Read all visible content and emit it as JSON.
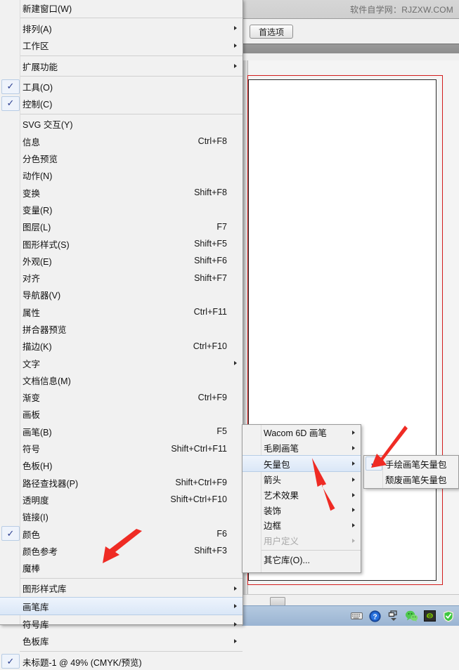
{
  "app": {
    "watermark": "软件自学网：RJZXW.COM",
    "preferences_button": "首选项",
    "title_status": "未标题-1 @ 49% (CMYK/预览)"
  },
  "window_menu": {
    "groups": [
      {
        "items": [
          {
            "label": "新建窗口(W)",
            "accel": "",
            "arrow": false,
            "checked": false
          }
        ]
      },
      {
        "items": [
          {
            "label": "排列(A)",
            "accel": "",
            "arrow": true,
            "checked": false
          },
          {
            "label": "工作区",
            "accel": "",
            "arrow": true,
            "checked": false
          }
        ]
      },
      {
        "items": [
          {
            "label": "扩展功能",
            "accel": "",
            "arrow": true,
            "checked": false
          }
        ]
      },
      {
        "items": [
          {
            "label": "工具(O)",
            "accel": "",
            "arrow": false,
            "checked": true
          },
          {
            "label": "控制(C)",
            "accel": "",
            "arrow": false,
            "checked": true
          }
        ]
      },
      {
        "items": [
          {
            "label": "SVG 交互(Y)",
            "accel": "",
            "arrow": false,
            "checked": false
          },
          {
            "label": "信息",
            "accel": "Ctrl+F8",
            "arrow": false,
            "checked": false
          },
          {
            "label": "分色预览",
            "accel": "",
            "arrow": false,
            "checked": false
          },
          {
            "label": "动作(N)",
            "accel": "",
            "arrow": false,
            "checked": false
          },
          {
            "label": "变换",
            "accel": "Shift+F8",
            "arrow": false,
            "checked": false
          },
          {
            "label": "变量(R)",
            "accel": "",
            "arrow": false,
            "checked": false
          },
          {
            "label": "图层(L)",
            "accel": "F7",
            "arrow": false,
            "checked": false
          },
          {
            "label": "图形样式(S)",
            "accel": "Shift+F5",
            "arrow": false,
            "checked": false
          },
          {
            "label": "外观(E)",
            "accel": "Shift+F6",
            "arrow": false,
            "checked": false
          },
          {
            "label": "对齐",
            "accel": "Shift+F7",
            "arrow": false,
            "checked": false
          },
          {
            "label": "导航器(V)",
            "accel": "",
            "arrow": false,
            "checked": false
          },
          {
            "label": "属性",
            "accel": "Ctrl+F11",
            "arrow": false,
            "checked": false
          },
          {
            "label": "拼合器预览",
            "accel": "",
            "arrow": false,
            "checked": false
          },
          {
            "label": "描边(K)",
            "accel": "Ctrl+F10",
            "arrow": false,
            "checked": false
          },
          {
            "label": "文字",
            "accel": "",
            "arrow": true,
            "checked": false
          },
          {
            "label": "文档信息(M)",
            "accel": "",
            "arrow": false,
            "checked": false
          },
          {
            "label": "渐变",
            "accel": "Ctrl+F9",
            "arrow": false,
            "checked": false
          },
          {
            "label": "画板",
            "accel": "",
            "arrow": false,
            "checked": false
          },
          {
            "label": "画笔(B)",
            "accel": "F5",
            "arrow": false,
            "checked": false
          },
          {
            "label": "符号",
            "accel": "Shift+Ctrl+F11",
            "arrow": false,
            "checked": false
          },
          {
            "label": "色板(H)",
            "accel": "",
            "arrow": false,
            "checked": false
          },
          {
            "label": "路径查找器(P)",
            "accel": "Shift+Ctrl+F9",
            "arrow": false,
            "checked": false
          },
          {
            "label": "透明度",
            "accel": "Shift+Ctrl+F10",
            "arrow": false,
            "checked": false
          },
          {
            "label": "链接(I)",
            "accel": "",
            "arrow": false,
            "checked": false
          },
          {
            "label": "颜色",
            "accel": "F6",
            "arrow": false,
            "checked": true
          },
          {
            "label": "颜色参考",
            "accel": "Shift+F3",
            "arrow": false,
            "checked": false
          },
          {
            "label": "魔棒",
            "accel": "",
            "arrow": false,
            "checked": false
          }
        ]
      },
      {
        "items": [
          {
            "label": "图形样式库",
            "accel": "",
            "arrow": true,
            "checked": false
          },
          {
            "label": "画笔库",
            "accel": "",
            "arrow": true,
            "checked": false,
            "highlighted": true
          },
          {
            "label": "符号库",
            "accel": "",
            "arrow": true,
            "checked": false
          },
          {
            "label": "色板库",
            "accel": "",
            "arrow": true,
            "checked": false
          }
        ]
      },
      {
        "items": [
          {
            "label": "未标题-1 @ 49% (CMYK/预览)",
            "accel": "",
            "arrow": false,
            "checked": true
          }
        ]
      }
    ]
  },
  "brush_library_submenu": {
    "groups": [
      {
        "items": [
          {
            "label": "Wacom 6D 画笔",
            "arrow": true,
            "disabled": false
          },
          {
            "label": "毛刷画笔",
            "arrow": true,
            "disabled": false
          },
          {
            "label": "矢量包",
            "arrow": true,
            "disabled": false,
            "highlighted": true
          },
          {
            "label": "箭头",
            "arrow": true,
            "disabled": false
          },
          {
            "label": "艺术效果",
            "arrow": true,
            "disabled": false
          },
          {
            "label": "装饰",
            "arrow": true,
            "disabled": false
          },
          {
            "label": "边框",
            "arrow": true,
            "disabled": false
          },
          {
            "label": "用户定义",
            "arrow": true,
            "disabled": true
          }
        ]
      },
      {
        "items": [
          {
            "label": "其它库(O)...",
            "arrow": false,
            "disabled": false
          }
        ]
      }
    ]
  },
  "vector_pack_submenu": {
    "items": [
      {
        "label": "手绘画笔矢量包",
        "checked": true
      },
      {
        "label": "颓废画笔矢量包",
        "checked": false
      }
    ]
  },
  "annotations": {
    "arrow_color": "#ef2b24",
    "arrow_count": 3
  },
  "taskbar": {
    "icons": [
      "keyboard-icon",
      "help-icon",
      "show-desktop-icon",
      "wechat-icon",
      "nvidia-icon",
      "shield-icon"
    ]
  },
  "colors": {
    "menu_bg": "#f1f1f1",
    "menu_border": "#9a9a9a",
    "highlight": "#dae7f7",
    "check": "#2a3d8f",
    "red_guide": "#d21c1c",
    "taskbar": "#9ab4d2"
  }
}
